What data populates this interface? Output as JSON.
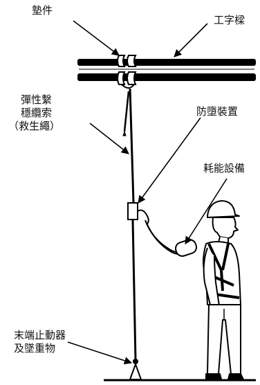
{
  "labels": {
    "pad": "墊件",
    "i_beam": "工字樑",
    "lifeline": [
      "彈性繫",
      "穩纜索",
      "（救生繩）"
    ],
    "fall_arrester": "防墮裝置",
    "energy_absorber": "耗能設備",
    "end_stop": [
      "末端止動器",
      "及墜重物"
    ]
  }
}
